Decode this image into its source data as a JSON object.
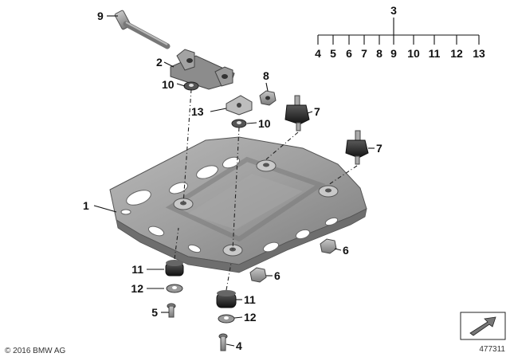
{
  "callouts": {
    "c1": "1",
    "c2": "2",
    "c3": "3",
    "c4a": "4",
    "c4b": "4",
    "c5a": "5",
    "c5b": "5",
    "c6a": "6",
    "c6b": "6",
    "c7a": "7",
    "c7b": "7",
    "c7c": "7",
    "c8a": "8",
    "c8b": "8",
    "c9a": "9",
    "c9b": "9",
    "c10a": "10",
    "c10b": "10",
    "c10c": "10",
    "c11a": "11",
    "c11b": "11",
    "c11c": "11",
    "c12a": "12",
    "c12b": "12",
    "c12c": "12",
    "c13a": "13",
    "c13b": "13"
  },
  "copyright": "© 2016 BMW AG",
  "diagram_number": "477311",
  "icons": {
    "navigation": "arrow-icon"
  }
}
